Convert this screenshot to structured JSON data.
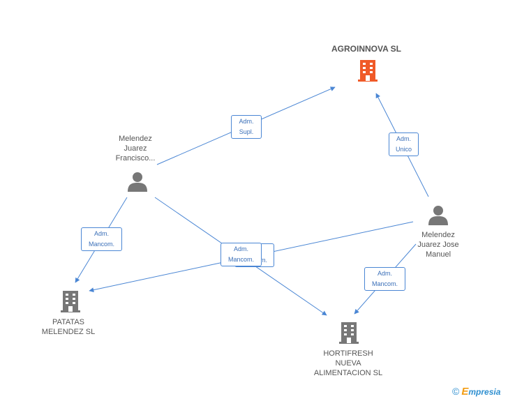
{
  "nodes": {
    "agroinnova": {
      "label": "AGROINNOVA SL",
      "type": "company",
      "highlight": true
    },
    "francisco": {
      "label": "Melendez\nJuarez\nFrancisco...",
      "type": "person"
    },
    "jose": {
      "label": "Melendez\nJuarez Jose\nManuel",
      "type": "person"
    },
    "patatas": {
      "label": "PATATAS\nMELENDEZ SL",
      "type": "company"
    },
    "hortifresh": {
      "label": "HORTIFRESH\nNUEVA\nALIMENTACION SL",
      "type": "company"
    }
  },
  "edges": [
    {
      "id": "e1",
      "from": "francisco",
      "to": "agroinnova",
      "label": "Adm.\nSupl."
    },
    {
      "id": "e2",
      "from": "jose",
      "to": "agroinnova",
      "label": "Adm.\nUnico"
    },
    {
      "id": "e3",
      "from": "francisco",
      "to": "patatas",
      "label": "Adm.\nMancom."
    },
    {
      "id": "e4",
      "from": "francisco",
      "to": "hortifresh",
      "label": "Adm.\nMancom."
    },
    {
      "id": "e5",
      "from": "jose",
      "to": "patatas",
      "label": "Adm.\nMancom."
    },
    {
      "id": "e6",
      "from": "jose",
      "to": "hortifresh",
      "label": "Adm.\nMancom."
    }
  ],
  "colors": {
    "edge": "#4a86d4",
    "company": "#777777",
    "highlight": "#f05a28",
    "person": "#777777"
  },
  "brand": {
    "copyright": "©",
    "e": "E",
    "name": "mpresia"
  }
}
